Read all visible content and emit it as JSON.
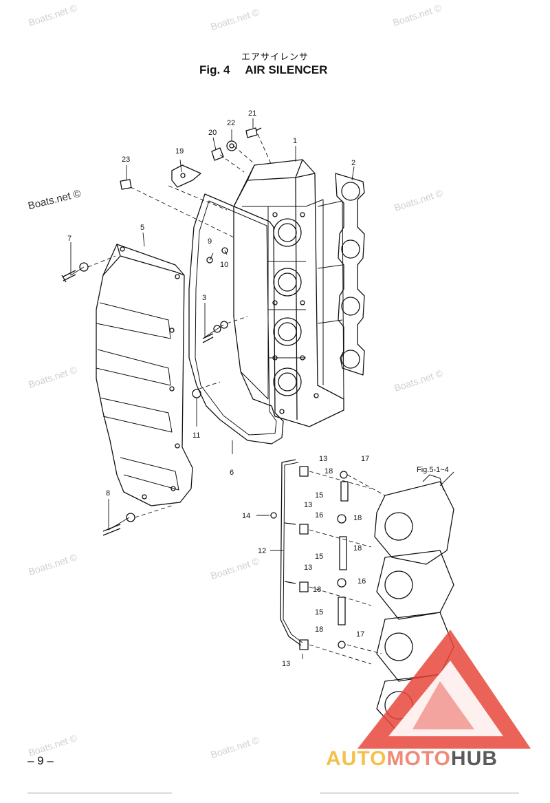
{
  "title": {
    "japanese": "エアサイレンサ",
    "figure_number": "Fig. 4",
    "figure_name": "AIR SILENCER"
  },
  "watermark": "Boats.net ©",
  "cross_reference": "Fig.5-1~4",
  "page_number": "– 9 –",
  "brand": {
    "part1": "AUTO",
    "part2": "MOTO",
    "part3": "HUB"
  },
  "colors": {
    "line": "#111111",
    "watermark": "#cfcfcf",
    "logo_red": "#e8483b",
    "logo_yellow": "#f4c04a",
    "logo_salmon": "#ef8a78",
    "logo_gray": "#5a5a5a"
  },
  "callouts": [
    "1",
    "2",
    "3",
    "5",
    "6",
    "7",
    "8",
    "9",
    "10",
    "11",
    "12",
    "13",
    "13",
    "13",
    "13",
    "14",
    "15",
    "15",
    "15",
    "16",
    "16",
    "17",
    "17",
    "18",
    "18",
    "18",
    "18",
    "18",
    "19",
    "20",
    "21",
    "22",
    "23"
  ]
}
